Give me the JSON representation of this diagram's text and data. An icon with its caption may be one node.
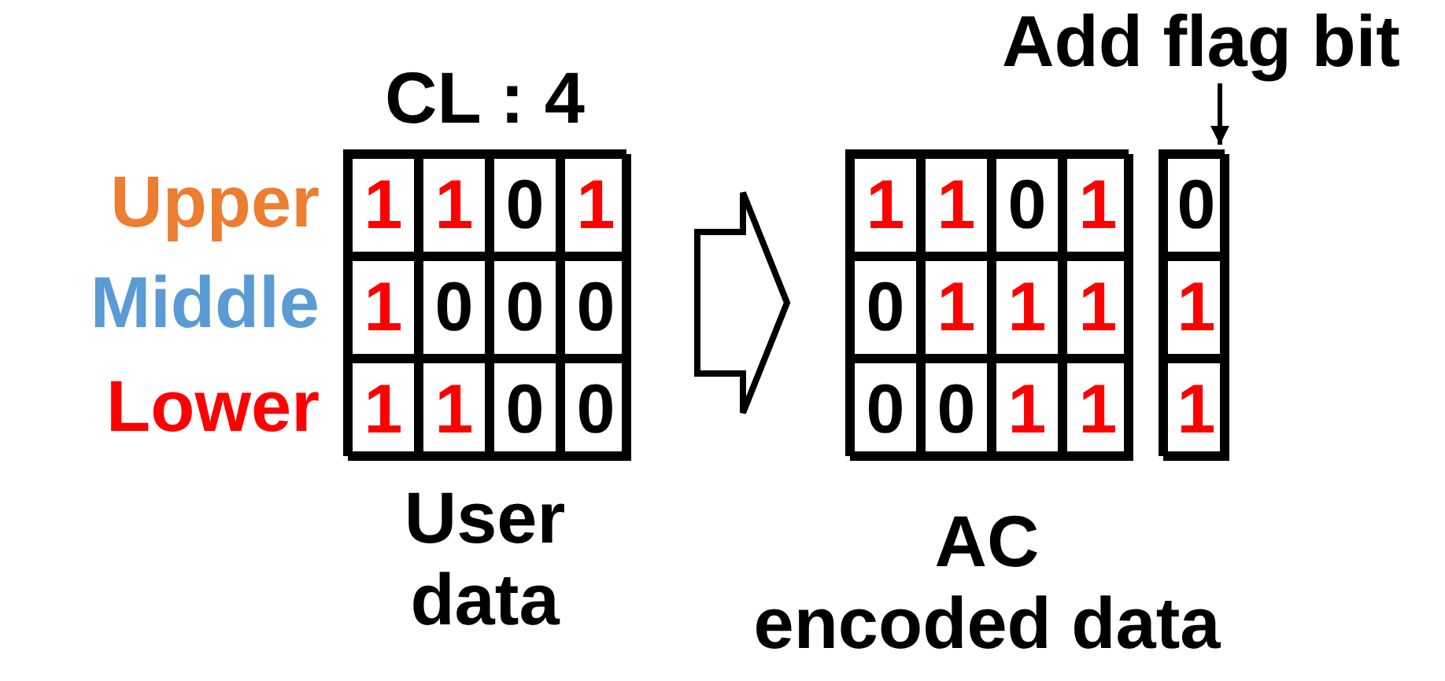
{
  "diagram": {
    "nodes": [
      {
        "text": [
          "CL : 4",
          "User data"
        ]
      },
      {
        "text": [
          "1"
        ],
        "in": 0
      },
      {
        "text": [
          "1"
        ],
        "in": 0
      },
      {
        "text": [
          "0"
        ],
        "in": 0
      },
      {
        "text": [
          "1"
        ],
        "in": 0
      },
      {
        "text": [
          "1"
        ],
        "in": 0
      },
      {
        "text": [
          "0"
        ],
        "in": 0
      },
      {
        "text": [
          "0"
        ],
        "in": 0
      },
      {
        "text": [
          "0"
        ],
        "in": 0
      },
      {
        "text": [
          "1"
        ],
        "in": 0
      },
      {
        "text": [
          "1"
        ],
        "in": 0
      },
      {
        "text": [
          "0"
        ],
        "in": 0
      },
      {
        "text": [
          "0"
        ],
        "in": 0
      },
      {
        "text": [
          "AC encoded data"
        ]
      },
      {
        "text": [
          "1"
        ],
        "in": 13
      },
      {
        "text": [
          "1"
        ],
        "in": 13
      },
      {
        "text": [
          "0"
        ],
        "in": 13
      },
      {
        "text": [
          "1"
        ],
        "in": 13
      },
      {
        "text": [
          "0"
        ],
        "in": 13
      },
      {
        "text": [
          "1"
        ],
        "in": 13
      },
      {
        "text": [
          "1"
        ],
        "in": 13
      },
      {
        "text": [
          "1"
        ],
        "in": 13
      },
      {
        "text": [
          "0"
        ],
        "in": 13
      },
      {
        "text": [
          "0"
        ],
        "in": 13
      },
      {
        "text": [
          "1"
        ],
        "in": 13
      },
      {
        "text": [
          "1"
        ],
        "in": 13
      },
      {
        "text": [],
        "shape": "box"
      },
      {
        "text": [
          "0"
        ],
        "in": 26
      },
      {
        "text": [
          "1"
        ],
        "in": 26
      },
      {
        "text": [
          "1"
        ],
        "in": 26
      },
      {
        "text": [
          "Add flag bit"
        ]
      }
    ],
    "edges": [
      {
        "from": 0,
        "to": 13,
        "arrow": "to",
        "style": "thick"
      },
      {
        "from": 30,
        "to": 26,
        "arrow": "to"
      }
    ],
    "labels": [
      "Upper",
      "Middle",
      "Lower"
    ]
  }
}
